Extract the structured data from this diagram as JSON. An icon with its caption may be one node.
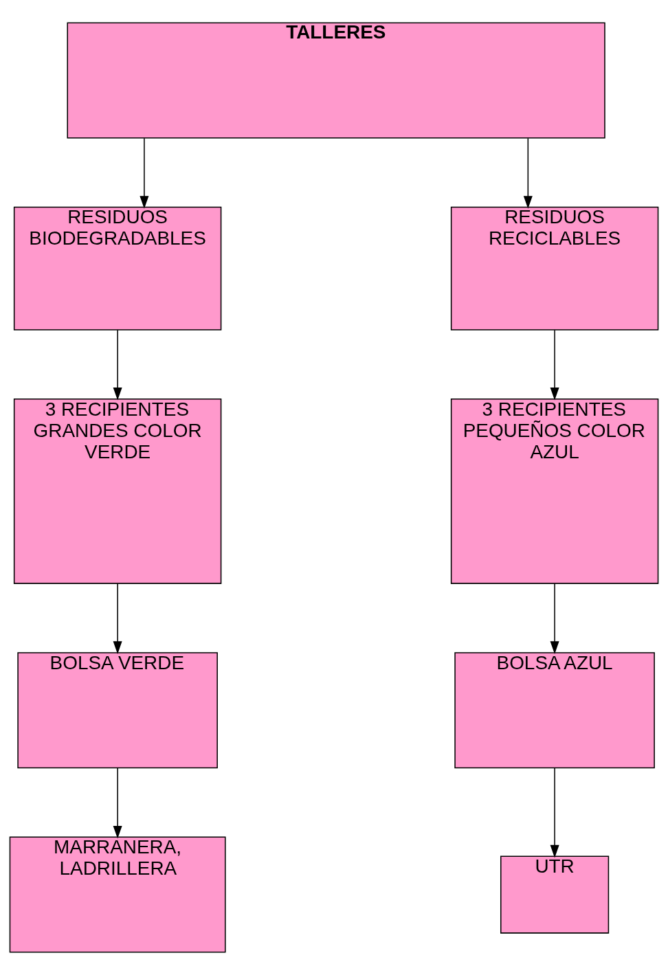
{
  "diagram": {
    "nodes": [
      {
        "text": [
          "TALLERES"
        ]
      },
      {
        "text": [
          "RESIDUOS BIODEGRADABLES"
        ]
      },
      {
        "text": [
          "RESIDUOS RECICLABLES"
        ]
      },
      {
        "text": [
          "3 RECIPIENTES GRANDES COLOR VERDE"
        ]
      },
      {
        "text": [
          "3 RECIPIENTES PEQUEÑOS COLOR AZUL"
        ]
      },
      {
        "text": [
          "BOLSA VERDE"
        ]
      },
      {
        "text": [
          "BOLSA AZUL"
        ]
      },
      {
        "text": [
          "MARRANERA, LADRILLERA"
        ]
      },
      {
        "text": [
          "UTR"
        ]
      }
    ],
    "edges": [
      {
        "from": 0,
        "to": 1,
        "arrow": "to"
      },
      {
        "from": 0,
        "to": 2,
        "arrow": "to"
      },
      {
        "from": 1,
        "to": 3,
        "arrow": "to"
      },
      {
        "from": 2,
        "to": 4,
        "arrow": "to"
      },
      {
        "from": 3,
        "to": 5,
        "arrow": "to"
      },
      {
        "from": 4,
        "to": 6,
        "arrow": "to"
      },
      {
        "from": 5,
        "to": 7,
        "arrow": "to"
      },
      {
        "from": 6,
        "to": 8,
        "arrow": "to"
      }
    ]
  }
}
